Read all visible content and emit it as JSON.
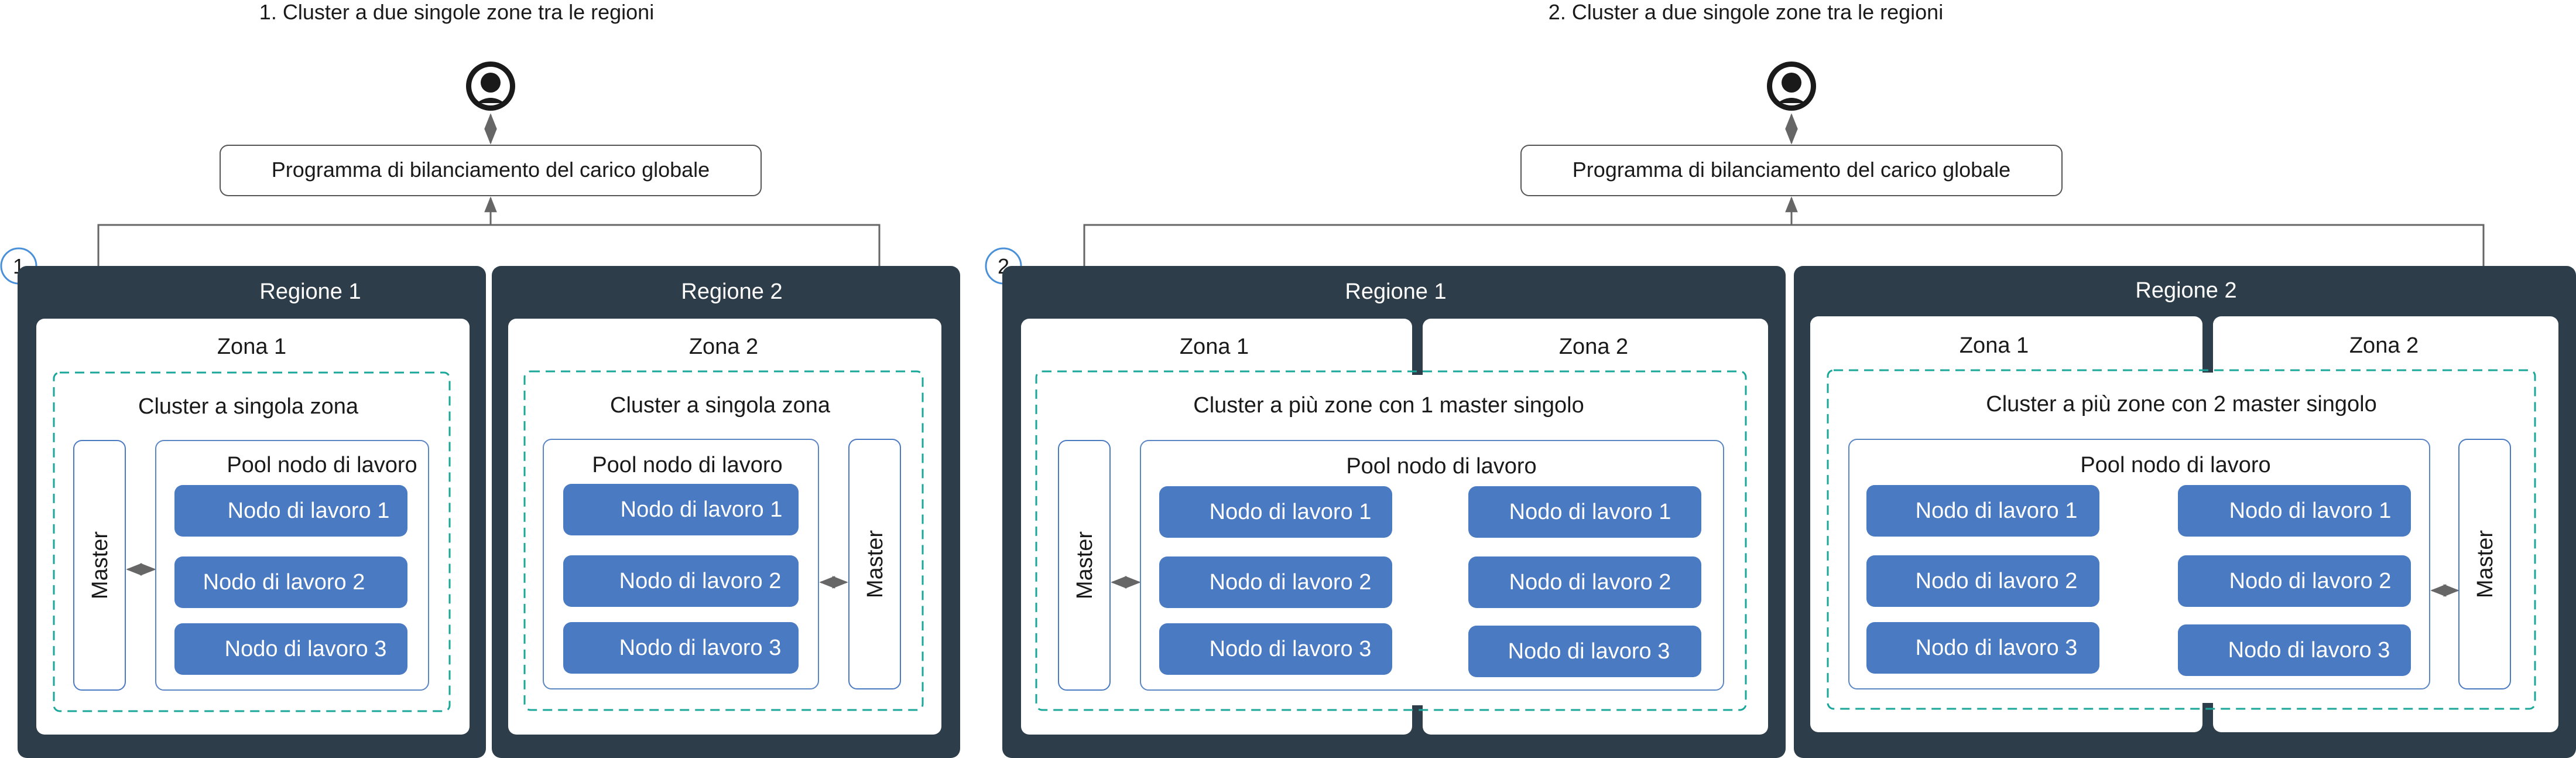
{
  "diagrams": [
    {
      "title": "1. Cluster a due singole zone tra le regioni",
      "badge": "1",
      "glb_label": "Programma di bilanciamento del carico globale",
      "regions": [
        {
          "label": "Regione 1",
          "zones": [
            "Zona 1"
          ],
          "cluster_label": "Cluster a singola zona",
          "master_label": "Master",
          "pool_label": "Pool nodo di lavoro",
          "workers": [
            "Nodo di lavoro 1",
            "Nodo di lavoro 2",
            "Nodo di lavoro 3"
          ]
        },
        {
          "label": "Regione 2",
          "zones": [
            "Zona 2"
          ],
          "cluster_label": "Cluster a singola zona",
          "master_label": "Master",
          "pool_label": "Pool nodo di lavoro",
          "workers": [
            "Nodo di lavoro 1",
            "Nodo di lavoro 2",
            "Nodo di lavoro 3"
          ]
        }
      ]
    },
    {
      "title": "2. Cluster a due singole zone tra le regioni",
      "badge": "2",
      "glb_label": "Programma di bilanciamento del carico globale",
      "regions": [
        {
          "label": "Regione 1",
          "zones": [
            "Zona 1",
            "Zona 2"
          ],
          "cluster_label": "Cluster a più zone con 1 master singolo",
          "master_label": "Master",
          "pool_label": "Pool nodo di lavoro",
          "workers": [
            "Nodo di lavoro 1",
            "Nodo di lavoro 2",
            "Nodo di lavoro 3"
          ],
          "workers_b": [
            "Nodo di lavoro 1",
            "Nodo di lavoro 2",
            "Nodo di lavoro 3"
          ]
        },
        {
          "label": "Regione 2",
          "zones": [
            "Zona 1",
            "Zona 2"
          ],
          "cluster_label": "Cluster a più zone con 2 master singolo",
          "master_label": "Master",
          "pool_label": "Pool nodo di lavoro",
          "workers": [
            "Nodo di lavoro 1",
            "Nodo di lavoro 2",
            "Nodo di lavoro 3"
          ],
          "workers_b": [
            "Nodo di lavoro 1",
            "Nodo di lavoro 2",
            "Nodo di lavoro 3"
          ]
        }
      ]
    }
  ],
  "colors": {
    "region_bg": "#2d3e4a",
    "worker_bg": "#4a7ac2",
    "pool_border": "#5a86c4",
    "cluster_dash": "#1aa79a",
    "connector": "#666666",
    "badge_border": "#4a90d9"
  }
}
